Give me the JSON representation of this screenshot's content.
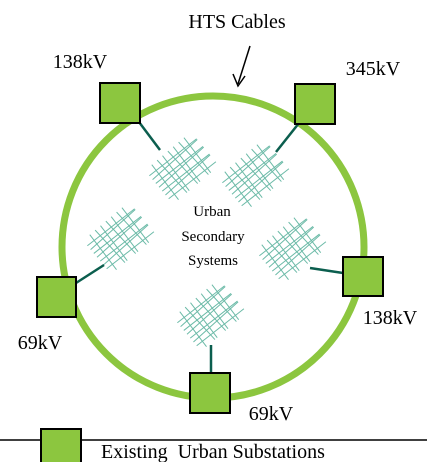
{
  "title": "HTS Cables",
  "center_label": {
    "lines": [
      "Urban",
      "Secondary",
      "Systems"
    ]
  },
  "substations": [
    {
      "id": "nw",
      "voltage": "138kV"
    },
    {
      "id": "ne",
      "voltage": "345kV"
    },
    {
      "id": "w",
      "voltage": "69kV"
    },
    {
      "id": "e",
      "voltage": "138kV"
    },
    {
      "id": "s",
      "voltage": "69kV"
    }
  ],
  "legend": {
    "label": "Existing  Urban Substations"
  },
  "colors": {
    "ring": "#8cc63f",
    "substation_fill": "#8cc63f",
    "substation_border": "#000000",
    "connector": "#0b5e4e",
    "mesh": "#3aa38a"
  }
}
